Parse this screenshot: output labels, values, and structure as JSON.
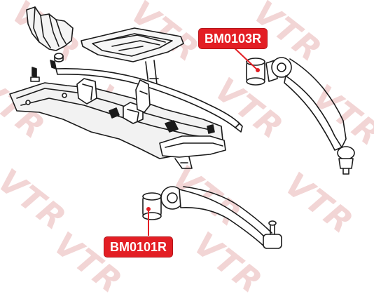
{
  "watermark": {
    "text": "VTR",
    "color": "#e8b4b4"
  },
  "labels": {
    "upper": {
      "code": "BM0103R"
    },
    "lower": {
      "code": "BM0101R"
    }
  },
  "colors": {
    "label_bg": "#e31e24",
    "label_text": "#ffffff",
    "line": "#1a1a1a",
    "leader": "#e31e24"
  }
}
